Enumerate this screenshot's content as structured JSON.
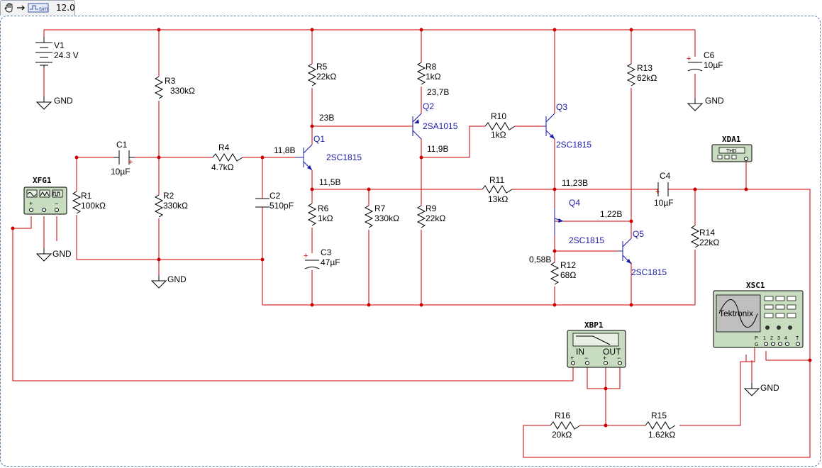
{
  "toolbar": {
    "zoom_label": "12.0",
    "icons": [
      "hand-icon",
      "arrow-right-icon",
      "simulate-icon"
    ]
  },
  "labels": {
    "V1": "V1",
    "V1_val": "24.3 V",
    "GND": "GND",
    "R1": "R1",
    "R1_val": "100kΩ",
    "R2": "R2",
    "R2_val": "330kΩ",
    "R3": "R3",
    "R3_val": "330kΩ",
    "R4": "R4",
    "R4_val": "4.7kΩ",
    "R5": "R5",
    "R5_val": "22kΩ",
    "R6": "R6",
    "R6_val": "1kΩ",
    "R7": "R7",
    "R7_val": "330kΩ",
    "R8": "R8",
    "R8_val": "1kΩ",
    "R9": "R9",
    "R9_val": "22kΩ",
    "R10": "R10",
    "R10_val": "1kΩ",
    "R11": "R11",
    "R11_val": "13kΩ",
    "R12": "R12",
    "R12_val": "68Ω",
    "R13": "R13",
    "R13_val": "62kΩ",
    "R14": "R14",
    "R14_val": "22kΩ",
    "R15": "R15",
    "R15_val": "1.62kΩ",
    "R16": "R16",
    "R16_val": "20kΩ",
    "C1": "C1",
    "C1_val": "10µF",
    "C2": "C2",
    "C2_val": "510pF",
    "C3": "C3",
    "C3_val": "47µF",
    "C4": "C4",
    "C4_val": "10µF",
    "C6": "C6",
    "C6_val": "10µF",
    "Q1": "Q1",
    "Q1_type": "2SC1815",
    "Q2": "Q2",
    "Q2_type": "2SA1015",
    "Q3": "Q3",
    "Q3_type": "2SC1815",
    "Q4": "Q4",
    "Q4_type": "2SC1815",
    "Q5": "Q5",
    "Q5_type": "2SC1815",
    "XFG1": "XFG1",
    "XDA1": "XDA1",
    "XDA1_screen": "THD",
    "XBP1": "XBP1",
    "XBP1_in": "IN",
    "XBP1_out": "OUT",
    "XSC1": "XSC1",
    "XSC1_brand": "Tektronix",
    "XSC1_p": "P",
    "XSC1_g": "G",
    "XSC1_ch": [
      "1",
      "2",
      "3",
      "4",
      "T"
    ],
    "plus": "+",
    "minus": "−"
  },
  "voltages": {
    "v_11_8": "11,8B",
    "v_23": "23B",
    "v_23_7": "23,7B",
    "v_11_9": "11,9B",
    "v_11_5": "11,5B",
    "v_11_23": "11,23B",
    "v_1_22": "1,22B",
    "v_0_58": "0,58B"
  }
}
